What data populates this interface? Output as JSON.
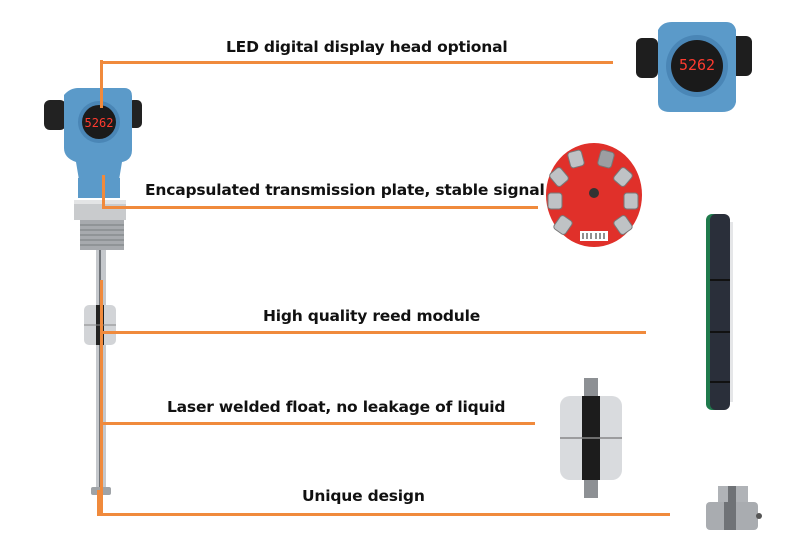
{
  "colors": {
    "accent": "#f08a3c",
    "housing_blue": "#5b9ac9",
    "led_red": "#ff3b2f",
    "plate_red": "#e0302a",
    "steel": "#b9bcc0",
    "pcb_green": "#1f7a4c"
  },
  "features": [
    {
      "label": "LED digital display head optional",
      "component": "display-head"
    },
    {
      "label": "Encapsulated transmission plate, stable signal",
      "component": "transmission-plate"
    },
    {
      "label": "High quality reed module",
      "component": "reed-module"
    },
    {
      "label": "Laser welded float, no leakage of liquid",
      "component": "float"
    },
    {
      "label": "Unique design",
      "component": "end-stop"
    }
  ],
  "display": {
    "main_led_value": "5262",
    "detail_led_value": "5262"
  }
}
